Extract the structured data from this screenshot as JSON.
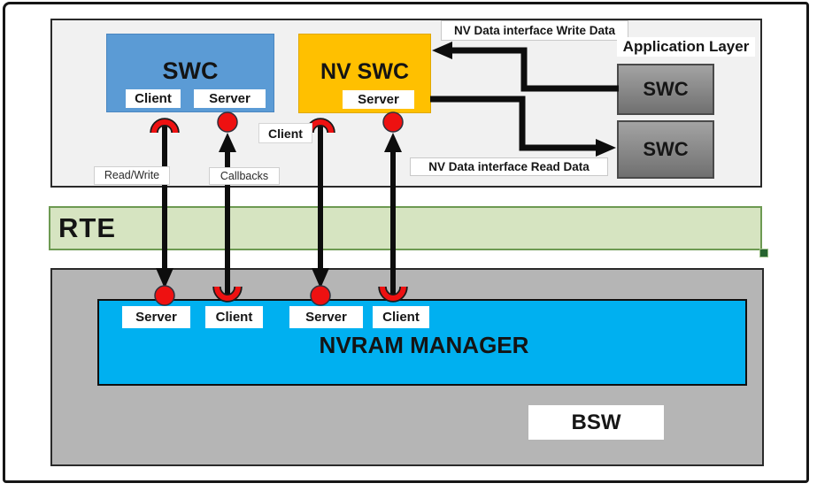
{
  "colors": {
    "swc_blue": "#5b9bd5",
    "nv_swc_orange": "#ffc000",
    "nvram_cyan": "#00b0f0",
    "rte_green_fill": "#d6e4c1",
    "rte_green_border": "#6d9a52",
    "rte_handle_green": "#26642f",
    "bsw_gray": "#b5b5b5",
    "app_layer_gray": "#f1f1f1",
    "swc_gray_top": "#a3a3a3",
    "swc_gray_bottom": "#707070",
    "connector_red": "#ee1111",
    "line_black": "#0d0d0d"
  },
  "application_layer": {
    "title": "Application Layer",
    "swc_box": {
      "title": "SWC",
      "ports": [
        "Client",
        "Server"
      ]
    },
    "nv_swc_box": {
      "title": "NV SWC",
      "server_port": "Server",
      "client_port": "Client"
    },
    "right_swc_top": {
      "title": "SWC"
    },
    "right_swc_bottom": {
      "title": "SWC"
    },
    "write_data_label": "NV Data interface Write Data",
    "read_data_label": "NV Data interface Read Data",
    "read_write_label": "Read/Write",
    "callbacks_label": "Callbacks"
  },
  "rte": {
    "title": "RTE"
  },
  "bsw": {
    "title": "BSW",
    "nvram_manager": {
      "title": "NVRAM MANAGER",
      "ports": [
        "Server",
        "Client",
        "Server",
        "Client"
      ]
    }
  }
}
